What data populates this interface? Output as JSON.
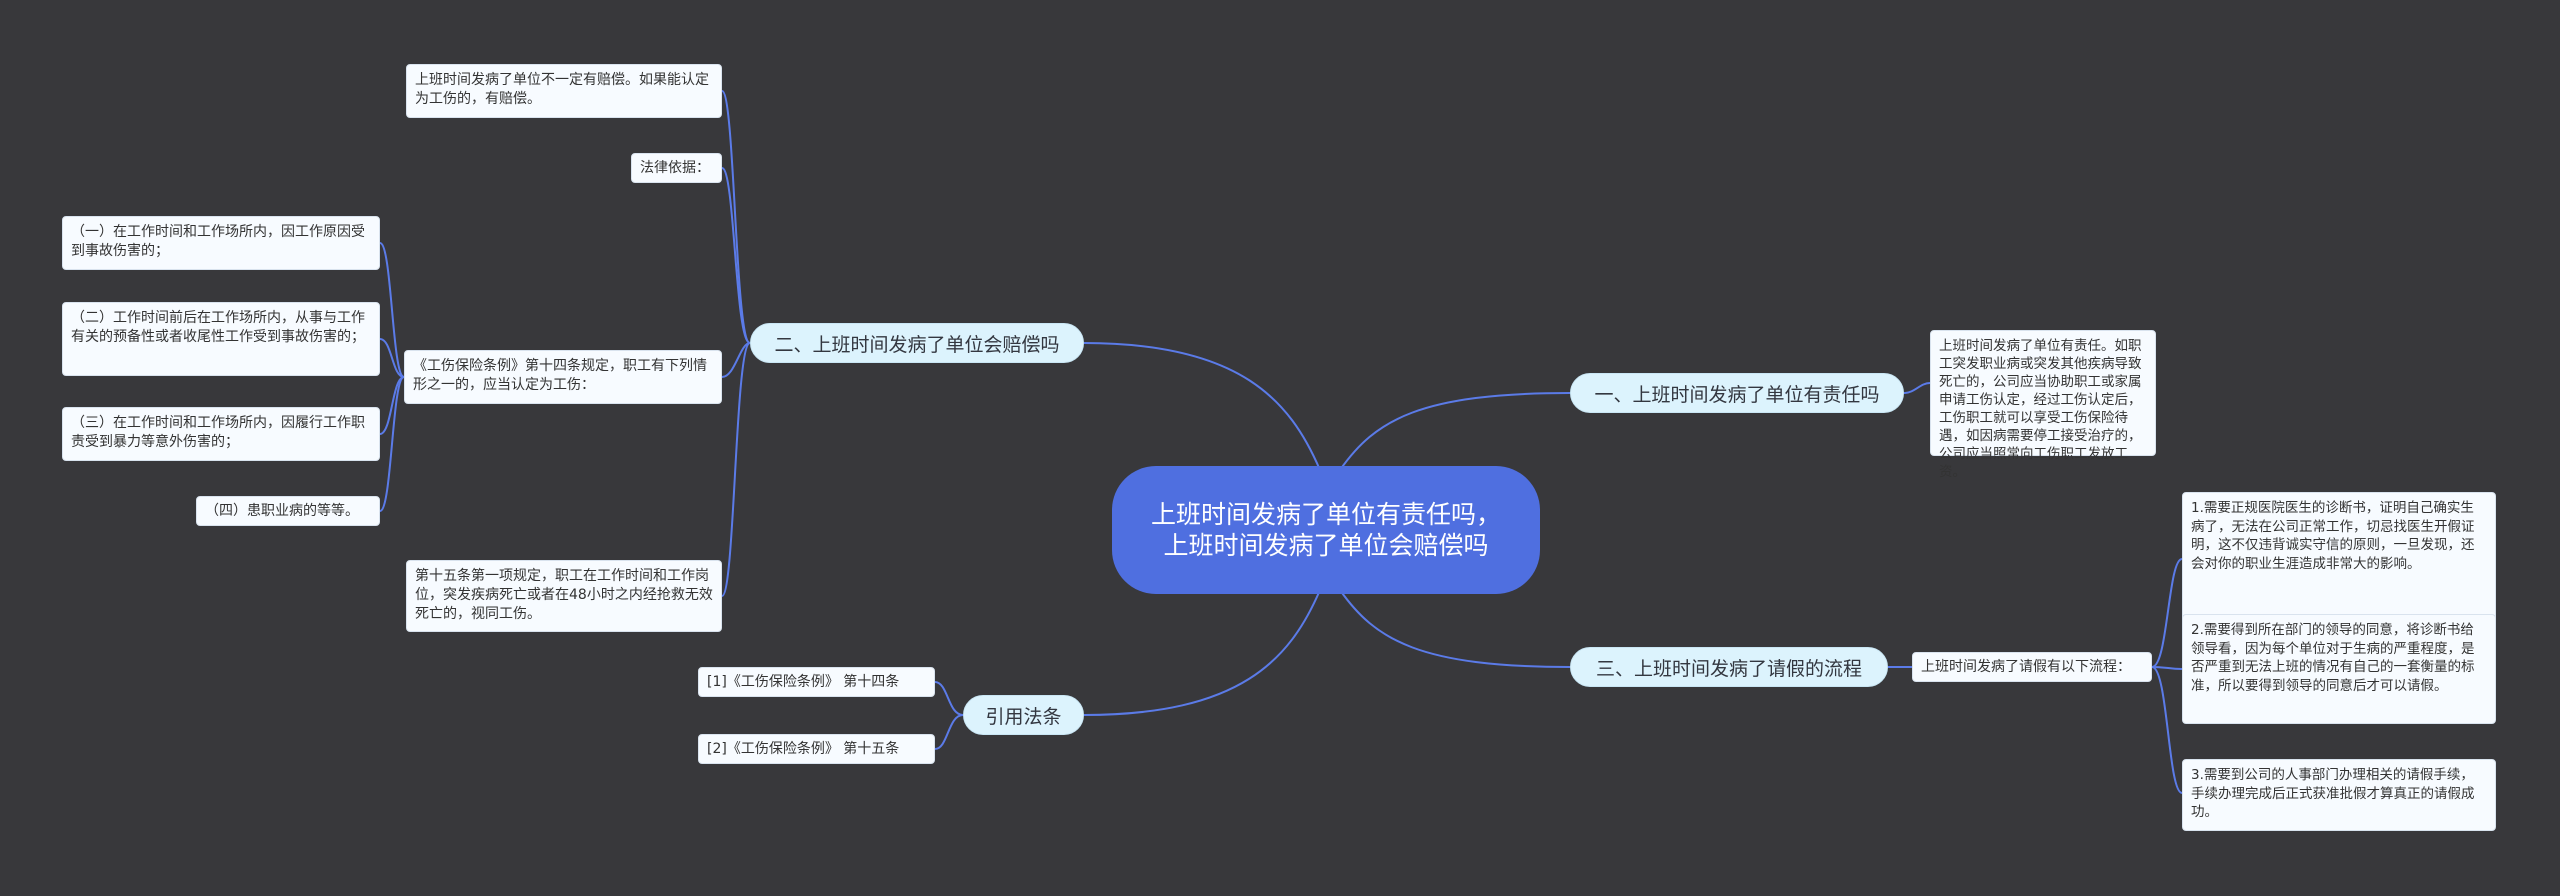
{
  "root": {
    "title": "上班时间发病了单位有责任吗，上班时间发病了单位会赔偿吗"
  },
  "branches": {
    "b1": {
      "label": "一、上班时间发病了单位有责任吗",
      "detail": "上班时间发病了单位有责任。如职工突发职业病或突发其他疾病导致死亡的，公司应当协助职工或家属申请工伤认定，经过工伤认定后，工伤职工就可以享受工伤保险待遇，如因病需要停工接受治疗的，公司应当照常向工伤职工发放工资。"
    },
    "b2": {
      "label": "二、上班时间发病了单位会赔偿吗",
      "note1": "上班时间发病了单位不一定有赔偿。如果能认定为工伤的，有赔偿。",
      "note2": "法律依据：",
      "article14": "《工伤保险条例》第十四条规定，职工有下列情形之一的，应当认定为工伤：",
      "items": [
        "（一）在工作时间和工作场所内，因工作原因受到事故伤害的；",
        "（二）工作时间前后在工作场所内，从事与工作有关的预备性或者收尾性工作受到事故伤害的；",
        "（三）在工作时间和工作场所内，因履行工作职责受到暴力等意外伤害的；",
        "（四）患职业病的等等。"
      ],
      "article15": "第十五条第一项规定，职工在工作时间和工作岗位，突发疾病死亡或者在48小时之内经抢救无效死亡的，视同工伤。"
    },
    "b3": {
      "label": "三、上班时间发病了请假的流程",
      "intro": "上班时间发病了请假有以下流程：",
      "steps": [
        "1.需要正规医院医生的诊断书，证明自己确实生病了，无法在公司正常工作，切忌找医生开假证明，这不仅违背诚实守信的原则，一旦发现，还会对你的职业生涯造成非常大的影响。",
        "2.需要得到所在部门的领导的同意，将诊断书给领导看，因为每个单位对于生病的严重程度，是否严重到无法上班的情况有自己的一套衡量的标准，所以要得到领导的同意后才可以请假。",
        "3.需要到公司的人事部门办理相关的请假手续，手续办理完成后正式获准批假才算真正的请假成功。"
      ]
    },
    "b4": {
      "label": "引用法条",
      "refs": [
        "[1]《工伤保险条例》 第十四条",
        "[2]《工伤保险条例》 第十五条"
      ]
    }
  },
  "colors": {
    "background": "#38383b",
    "root_fill": "#4f6fe0",
    "topic_fill": "#dcf3fd",
    "leaf_fill": "#f7fbff",
    "connector": "#5b7be8"
  }
}
